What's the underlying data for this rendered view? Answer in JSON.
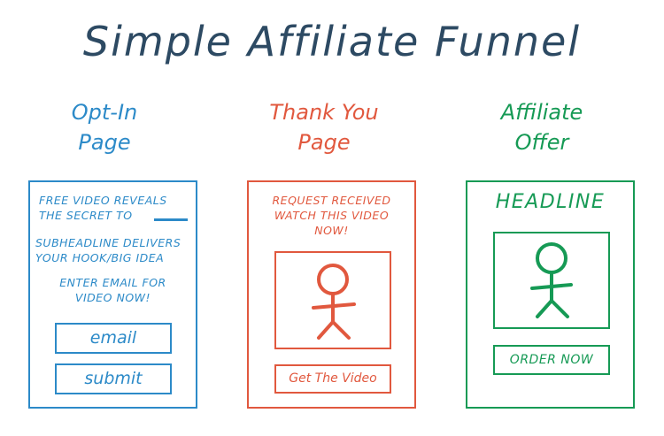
{
  "title": "Simple Affiliate Funnel",
  "colors": {
    "title": "#2d4a63",
    "blue": "#2c8ac8",
    "red": "#e1583e",
    "green": "#169a55"
  },
  "optin": {
    "heading_line1": "Opt-In",
    "heading_line2": "Page",
    "headline_line1": "FREE VIDEO REVEALS",
    "headline_line2": "THE SECRET TO",
    "sub_line1": "SUBHEADLINE DELIVERS",
    "sub_line2": "YOUR HOOK/BIG IDEA",
    "cta_line1": "ENTER EMAIL FOR",
    "cta_line2": "VIDEO NOW!",
    "email_field": "email",
    "submit_button": "submit"
  },
  "thankyou": {
    "heading_line1": "Thank You",
    "heading_line2": "Page",
    "msg_line1": "REQUEST RECEIVED",
    "msg_line2": "WATCH THIS VIDEO",
    "msg_line3": "NOW!",
    "button": "Get The Video"
  },
  "offer": {
    "heading_line1": "Affiliate",
    "heading_line2": "Offer",
    "headline": "HEADLINE",
    "button": "ORDER NOW"
  }
}
